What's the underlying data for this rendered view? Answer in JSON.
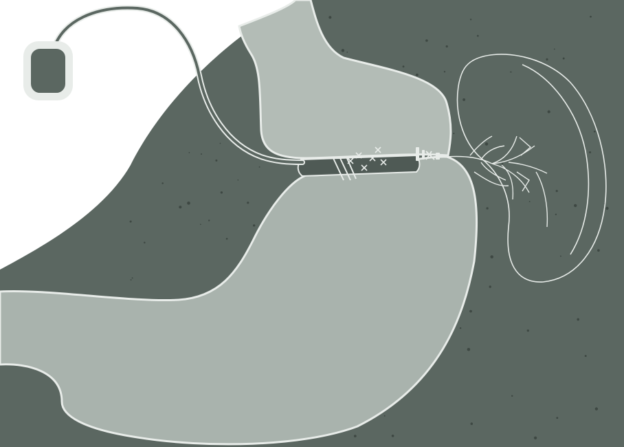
{
  "figure": {
    "palette": {
      "paper": "#ffffff",
      "background": "#5b6761",
      "background_dark": "#4f5a55",
      "organ_fill": "#a9b3ad",
      "organ_fill_light": "#b3bcb6",
      "outline": "#e8ece9",
      "speckle": "#3e4843"
    },
    "elements": [
      {
        "id": "abdominal-cavity-background",
        "kind": "dark field"
      },
      {
        "id": "upper-stomach-pouch",
        "kind": "organ outline"
      },
      {
        "id": "lower-stomach-body",
        "kind": "organ outline"
      },
      {
        "id": "gastric-band-device",
        "kind": "device"
      },
      {
        "id": "band-access-port",
        "kind": "device"
      },
      {
        "id": "connecting-tube",
        "kind": "device"
      },
      {
        "id": "staple-line-marks",
        "kind": "x marks"
      },
      {
        "id": "sutures",
        "kind": "marks"
      },
      {
        "id": "spleen-outline",
        "kind": "organ outline"
      },
      {
        "id": "splenic-vessels",
        "kind": "vessel lines"
      }
    ]
  }
}
